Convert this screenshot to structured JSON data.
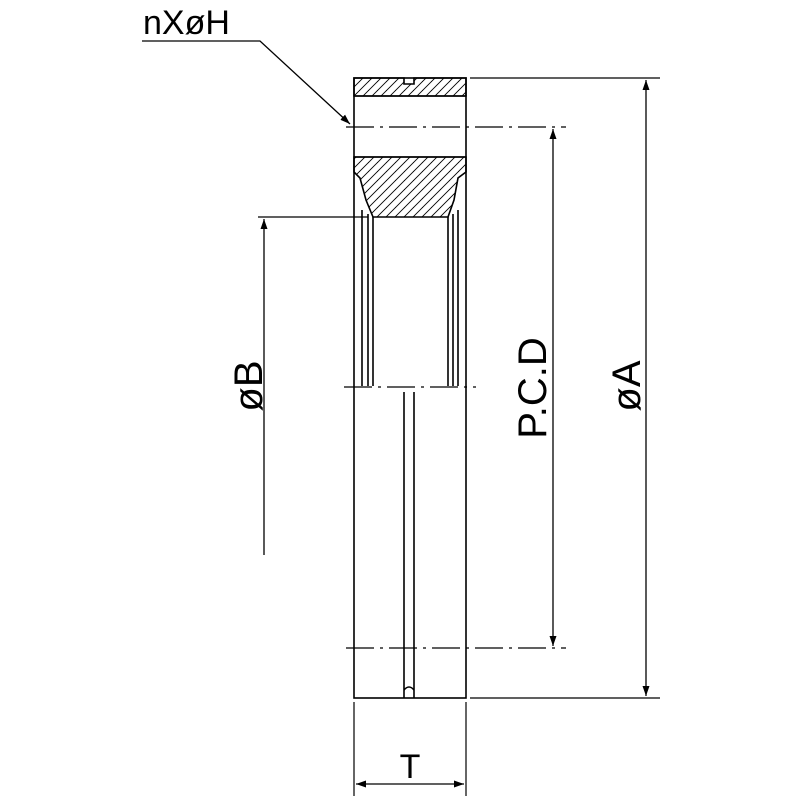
{
  "drawing": {
    "labels": {
      "holes": "nXøH",
      "bore": "øB",
      "pcd": "P.C.D",
      "outer": "øA",
      "thickness": "T"
    },
    "colors": {
      "line": "#000000",
      "background": "#ffffff"
    }
  }
}
